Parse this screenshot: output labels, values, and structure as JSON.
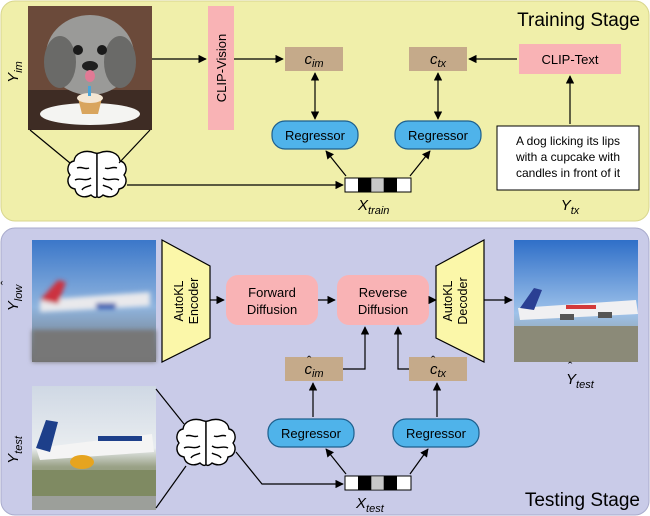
{
  "training": {
    "stage_label": "Training Stage",
    "input_image_label": "Y",
    "input_image_sub": "im",
    "clip_vision": "CLIP-Vision",
    "clip_text": "CLIP-Text",
    "c_im": "c",
    "c_im_sub": "im",
    "c_tx": "c",
    "c_tx_sub": "tx",
    "regressor_left": "Regressor",
    "regressor_right": "Regressor",
    "x_train": "X",
    "x_train_sub": "train",
    "caption_line1": "A dog licking its lips",
    "caption_line2": "with a cupcake with",
    "caption_line3": "candles in front of it",
    "y_tx": "Y",
    "y_tx_sub": "tx"
  },
  "testing": {
    "stage_label": "Testing Stage",
    "y_low": "Y",
    "y_low_sub": "low",
    "encoder_line1": "AutoKL",
    "encoder_line2": "Encoder",
    "forward_line1": "Forward",
    "forward_line2": "Diffusion",
    "reverse_line1": "Reverse",
    "reverse_line2": "Diffusion",
    "decoder_line1": "AutoKL",
    "decoder_line2": "Decoder",
    "y_test_hat": "Y",
    "y_test_hat_sub": "test",
    "c_im_hat": "c",
    "c_im_hat_sub": "im",
    "c_tx_hat": "c",
    "c_tx_hat_sub": "tx",
    "regressor_left": "Regressor",
    "regressor_right": "Regressor",
    "x_test": "X",
    "x_test_sub": "test",
    "y_test": "Y",
    "y_test_sub": "test"
  },
  "colors": {
    "training_bg": "#f0efaa",
    "testing_bg": "#c9cbe8",
    "clip_box": "#f9b3b5",
    "latent_box": "#c5aa8a",
    "regressor": "#4fb3ea",
    "diffusion": "#f9b3b5",
    "autokl": "#fbf7a9"
  },
  "icons": [
    "dog-photo",
    "brain-icon",
    "airplane-blurry-photo",
    "airplane-generated-photo",
    "airplane-test-photo",
    "latent-vector-icon"
  ]
}
